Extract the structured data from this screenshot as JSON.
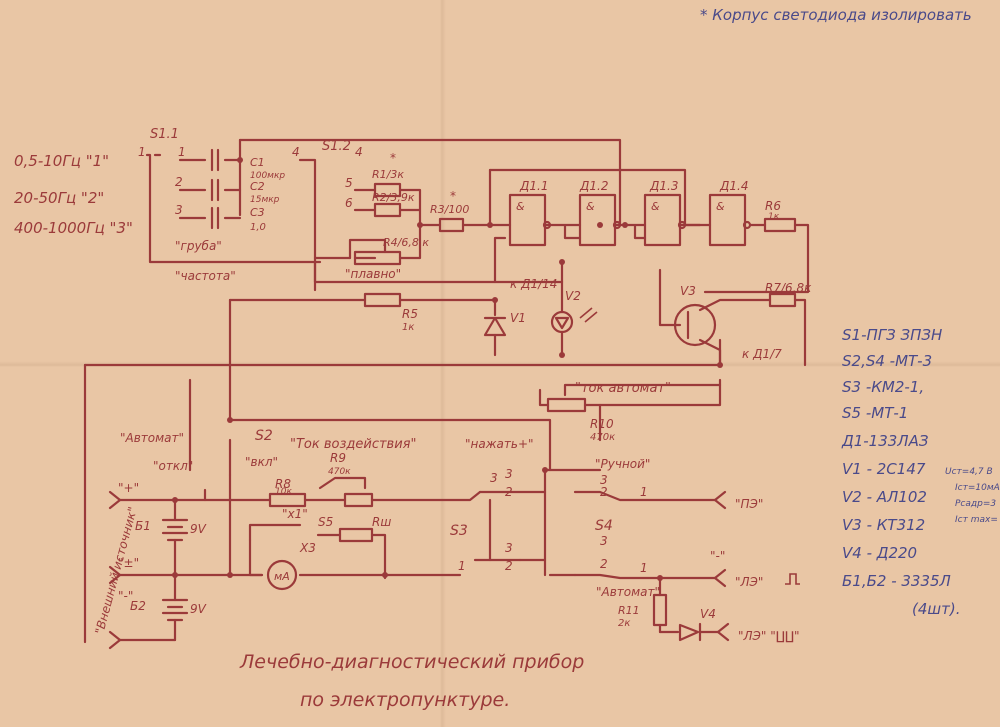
{
  "note_top": "* Корпус светодиода изолировать",
  "freq_labels": [
    "0,5-10Гц \"1\"",
    "20-50Гц \"2\"",
    "400-1000Гц \"3\""
  ],
  "switch_labels": {
    "s11": "S1.1",
    "s12": "S1.2",
    "one": "1",
    "four": "4",
    "pos1": "1",
    "pos2": "2",
    "pos3": "3",
    "pos4": "4",
    "pos5": "5",
    "pos6": "6",
    "gruba": "\"груба\"",
    "chastota": "\"частота\"",
    "plavno": "\"плавно\"",
    "star": "*"
  },
  "capacitors": [
    {
      "name": "C1",
      "value": "100мкр"
    },
    {
      "name": "C2",
      "value": "15мкр"
    },
    {
      "name": "C3",
      "value": "1,0"
    }
  ],
  "resistor_labels": {
    "r1": "R1/3к",
    "r2": "R2/3,9к",
    "r3": "R3/100",
    "r4": "R4/6,8 к",
    "r5": "R5",
    "r5v": "1к",
    "r6": "R6",
    "r6v": "1к",
    "r7": "R7/6,8к",
    "r8": "R8",
    "r8v": "10к",
    "r9": "R9",
    "r9v": "470к",
    "r10": "R10",
    "r10v": "470к",
    "r11": "R11",
    "r11v": "2к",
    "rsh": "Rш"
  },
  "gates": [
    "Д1.1",
    "Д1.2",
    "Д1.3",
    "Д1.4"
  ],
  "gate_inner": "&",
  "component_labels": {
    "v1": "V1",
    "v2": "V2",
    "v3": "V3",
    "v4": "V4",
    "kd14": "к Д1/14",
    "kd17": "к Д1/7",
    "tok_avtomat": "\"ток автомат\"",
    "s2": "S2",
    "avtomat": "\"Автомат\"",
    "otkl": "\"откл\"",
    "vkl": "\"вкл\"",
    "tok_vozd": "\"Ток воздействия\"",
    "nazhat": "\"нажать+\"",
    "ruchnoi": "\"Ручной\"",
    "s3": "S3",
    "s4": "S4",
    "s5": "S5",
    "x1": "\"x1\"",
    "x3": "X3",
    "ma": "мА",
    "b1": "Б1",
    "b2": "Б2",
    "nine_v1": "9V",
    "nine_v2": "9V",
    "plus": "\"+\"",
    "plusminus": "\"±\"",
    "minus": "\"-\"",
    "vnesh": "\"Внешний источник\"",
    "avtomat2": "\"Автомат\"",
    "pe": "\"ПЭ\"",
    "le1": "\"ЛЭ\"",
    "le2": "\"ЛЭ\" \"∐∐\"",
    "minus_out": "\"-\""
  },
  "legend": [
    "S1-ПГЗ ЗПЗН",
    "S2,S4 -МТ-3",
    "S3 -КМ2-1,",
    "S5 -МТ-1",
    "Д1-133ЛАЗ",
    "V1 - 2С147",
    "V2 - АЛ102",
    "V3 - КТ312",
    "V4 - Д220",
    "Б1,Б2 - 3335Л",
    "(4шт)."
  ],
  "margin_notes": [
    "Uст=4,7 В",
    "Iст=10мА",
    "Рсадр=3",
    "Iст max="
  ],
  "title_line1": "Лечебно-диагностический прибор",
  "title_line2": "по электропунктуре."
}
